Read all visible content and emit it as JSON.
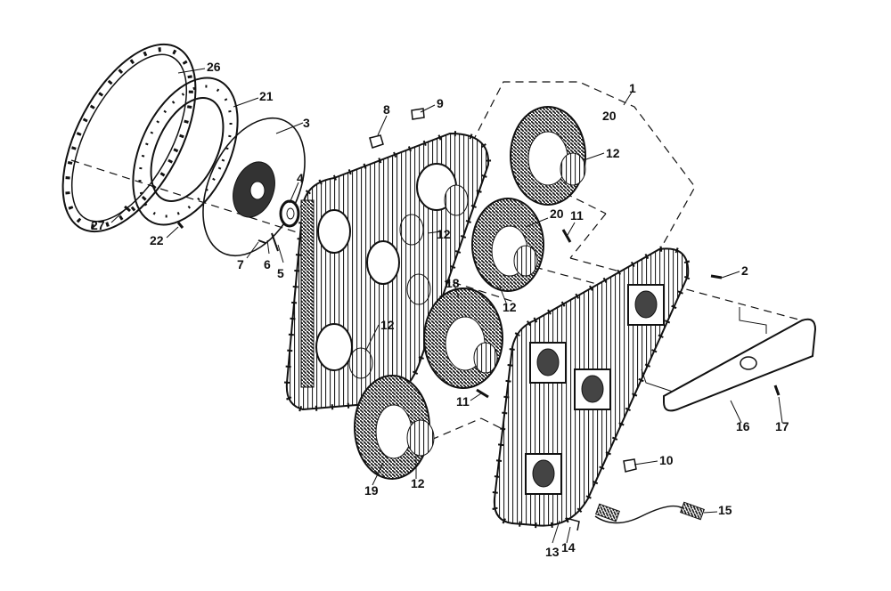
{
  "diagram": {
    "callouts": [
      {
        "id": "c1",
        "label": "1"
      },
      {
        "id": "c2",
        "label": "2"
      },
      {
        "id": "c3",
        "label": "3"
      },
      {
        "id": "c4",
        "label": "4"
      },
      {
        "id": "c5",
        "label": "5"
      },
      {
        "id": "c6",
        "label": "6"
      },
      {
        "id": "c7",
        "label": "7"
      },
      {
        "id": "c8",
        "label": "8"
      },
      {
        "id": "c9",
        "label": "9"
      },
      {
        "id": "c10",
        "label": "10"
      },
      {
        "id": "c11a",
        "label": "11"
      },
      {
        "id": "c11b",
        "label": "11"
      },
      {
        "id": "c12a",
        "label": "12"
      },
      {
        "id": "c12b",
        "label": "12"
      },
      {
        "id": "c12c",
        "label": "12"
      },
      {
        "id": "c12d",
        "label": "12"
      },
      {
        "id": "c12e",
        "label": "12"
      },
      {
        "id": "c13",
        "label": "13"
      },
      {
        "id": "c14",
        "label": "14"
      },
      {
        "id": "c15",
        "label": "15"
      },
      {
        "id": "c16",
        "label": "16"
      },
      {
        "id": "c17",
        "label": "17"
      },
      {
        "id": "c18",
        "label": "18"
      },
      {
        "id": "c19",
        "label": "19"
      },
      {
        "id": "c20a",
        "label": "20"
      },
      {
        "id": "c20b",
        "label": "20"
      },
      {
        "id": "c21",
        "label": "21"
      },
      {
        "id": "c22",
        "label": "22"
      },
      {
        "id": "c26",
        "label": "26"
      },
      {
        "id": "c27",
        "label": "27"
      }
    ]
  }
}
